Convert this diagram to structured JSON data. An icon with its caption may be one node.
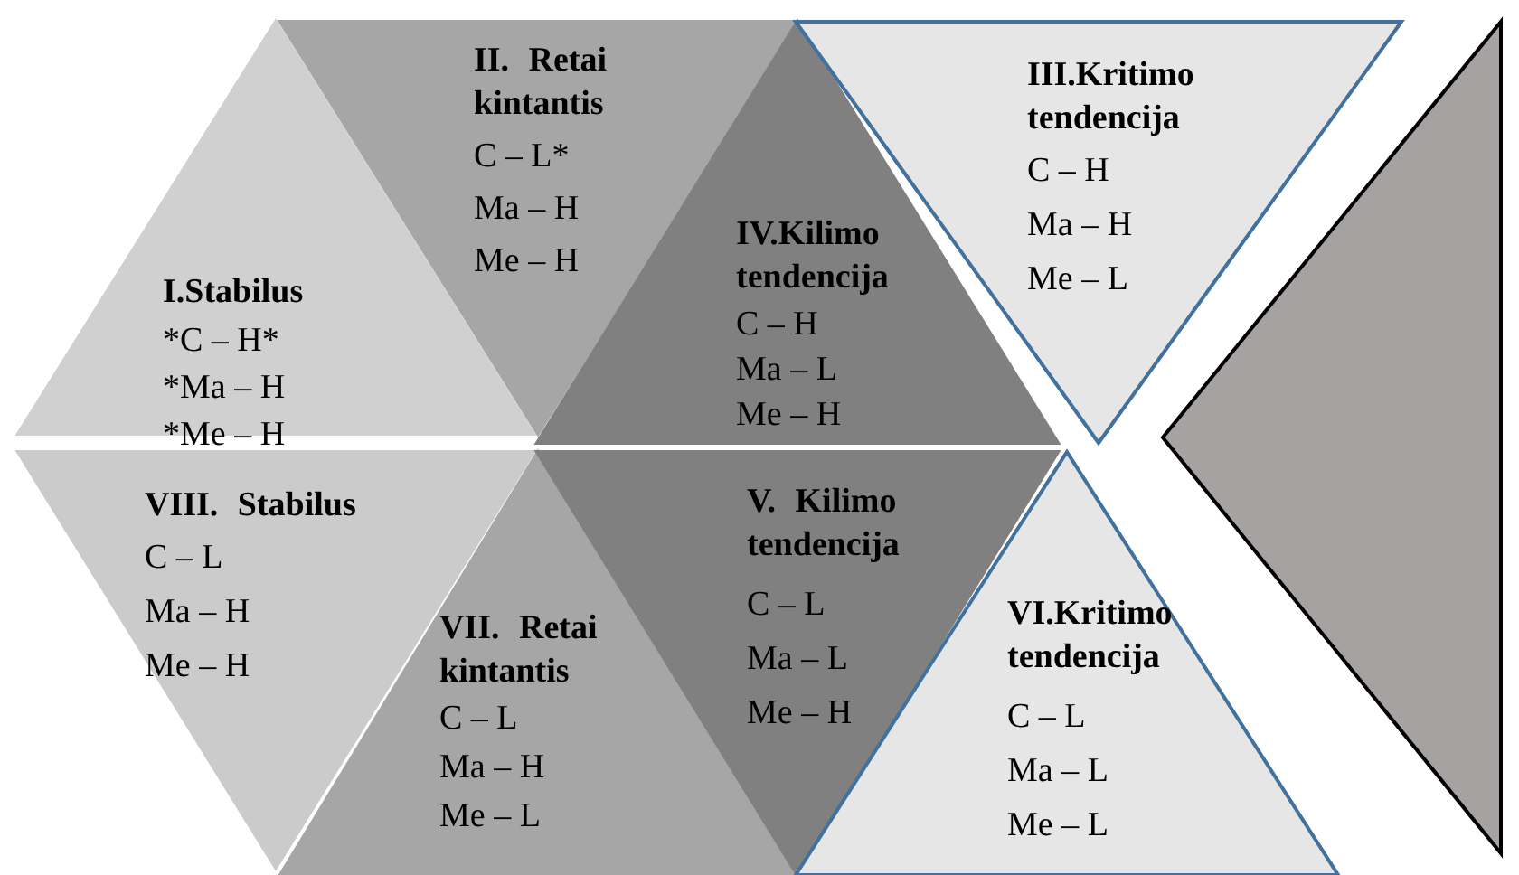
{
  "diagram": {
    "nodes": [
      {
        "text": [
          "I.Stabilus",
          "*C – H*",
          "*Ma – H",
          "*Me – H"
        ]
      },
      {
        "text": [
          "II. Retai kintantis",
          "C – L*",
          "Ma – H",
          "Me – H"
        ]
      },
      {
        "text": [
          "IV.Kilimo tendencija",
          "C – H",
          "Ma – L",
          "Me – H"
        ]
      },
      {
        "text": [
          "III.Kritimo tendencija",
          "C – H",
          "Ma – H",
          "Me – L"
        ]
      },
      {
        "text": [
          "VIII. Stabilus",
          "C – L",
          "Ma – H",
          "Me – H"
        ]
      },
      {
        "text": [
          "VII. Retai kintantis",
          "C – L",
          "Ma – H",
          "Me – L"
        ]
      },
      {
        "text": [
          "V. Kilimo tendencija",
          "C – L",
          "Ma – L",
          "Me – H"
        ]
      },
      {
        "text": [
          "VI.Kritimo tendencija",
          "C – L",
          "Ma – L",
          "Me – L"
        ]
      },
      {
        "text": [],
        "shape": "triangle"
      }
    ]
  }
}
